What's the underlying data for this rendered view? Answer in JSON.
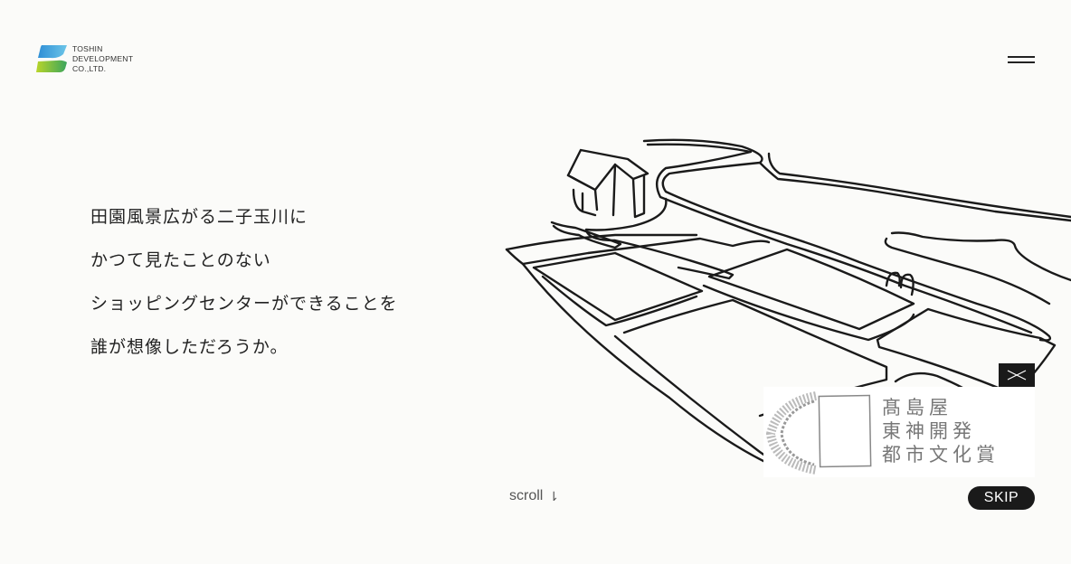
{
  "logo": {
    "line1": "TOSHIN",
    "line2": "DEVELOPMENT",
    "line3": "CO.,LTD."
  },
  "hero": {
    "lines": [
      "田園風景広がる二子玉川に",
      "かつて見たことのない",
      "ショッピングセンターができることを",
      "誰が想像しただろうか。"
    ]
  },
  "scroll": {
    "label": "scroll",
    "arrow": "⇂"
  },
  "award": {
    "lines": [
      "髙島屋",
      "東神開発",
      "都市文化賞"
    ]
  },
  "skip": {
    "label": "SKIP"
  },
  "colors": {
    "background": "#fbfbf9",
    "text": "#222222",
    "button": "#1a1a1a",
    "logo_blue": "#3a9ad9",
    "logo_green": "#8cc63f"
  }
}
